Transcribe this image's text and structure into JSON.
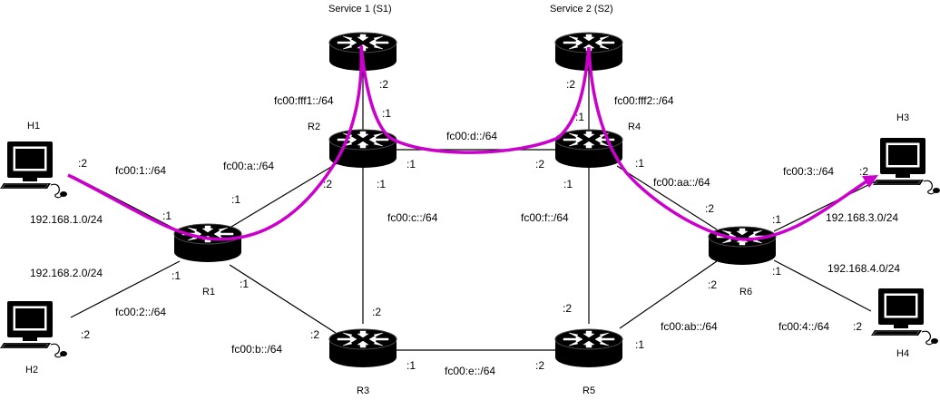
{
  "colors": {
    "link": "#000000",
    "path": "#cc00cc",
    "router": "#000000",
    "router_arrows": "#ffffff",
    "background": "#ffffff"
  },
  "nodes": {
    "s1": {
      "label": "Service 1 (S1)",
      "kind": "router"
    },
    "s2": {
      "label": "Service 2 (S2)",
      "kind": "router"
    },
    "r1": {
      "label": "R1",
      "kind": "router"
    },
    "r2": {
      "label": "R2",
      "kind": "router"
    },
    "r3": {
      "label": "R3",
      "kind": "router"
    },
    "r4": {
      "label": "R4",
      "kind": "router"
    },
    "r5": {
      "label": "R5",
      "kind": "router"
    },
    "r6": {
      "label": "R6",
      "kind": "router"
    },
    "h1": {
      "label": "H1",
      "kind": "host"
    },
    "h2": {
      "label": "H2",
      "kind": "host"
    },
    "h3": {
      "label": "H3",
      "kind": "host"
    },
    "h4": {
      "label": "H4",
      "kind": "host"
    }
  },
  "prefixes": {
    "fc00_1": "fc00:1::/64",
    "fc00_2": "fc00:2::/64",
    "fc00_3": "fc00:3::/64",
    "fc00_4": "fc00:4::/64",
    "fc00_a": "fc00:a::/64",
    "fc00_b": "fc00:b::/64",
    "fc00_c": "fc00:c::/64",
    "fc00_d": "fc00:d::/64",
    "fc00_e": "fc00:e::/64",
    "fc00_f": "fc00:f::/64",
    "fc00_aa": "fc00:aa::/64",
    "fc00_ab": "fc00:ab::/64",
    "fc00_fff1": "fc00:fff1::/64",
    "fc00_fff2": "fc00:fff2::/64",
    "ipv4_1": "192.168.1.0/24",
    "ipv4_2": "192.168.2.0/24",
    "ipv4_3": "192.168.3.0/24",
    "ipv4_4": "192.168.4.0/24"
  },
  "interface_ids": {
    "one": ":1",
    "two": ":2"
  }
}
